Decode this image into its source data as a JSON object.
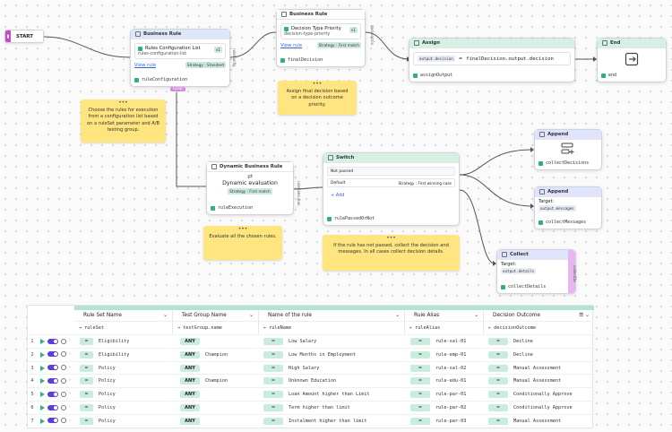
{
  "start": {
    "label": "START"
  },
  "business_rule_1": {
    "header": "Business Rule",
    "name": "Rules Configuration List",
    "version": "v1",
    "id": "rules-configuration-list",
    "view_link": "View rule",
    "strategy": "Strategy : Standard",
    "output": "ruleConfiguration",
    "loop_tag": "Loop",
    "side_label": "ruleConfig"
  },
  "business_rule_2": {
    "header": "Business Rule",
    "name": "Decision Type Priority",
    "version": "v1",
    "id": "decision-type-priority",
    "view_link": "View rule",
    "strategy": "Strategy : First match",
    "output": "finalDecision",
    "side_label": "decisionOu"
  },
  "assign": {
    "header": "Assign",
    "source": "output.decision",
    "op": "=",
    "target": "finalDecision.output.decision",
    "output": "assignOutput"
  },
  "end": {
    "header": "End",
    "output": "end"
  },
  "dynamic_rule": {
    "header": "Dynamic Business Rule",
    "name": "Dynamic evaluation",
    "strategy": "Strategy : First match",
    "output": "ruleExecution",
    "side_label": "ruleExecution"
  },
  "switch": {
    "header": "Switch",
    "case1": "Not passed",
    "case2": "Default",
    "strategy": "Strategy : First winning case",
    "add": "Add",
    "output": "rulePassedOrNot"
  },
  "append1": {
    "header": "Append",
    "output": "collectDecisions"
  },
  "append2": {
    "header": "Append",
    "target_label": "Target:",
    "target": "output.messages",
    "output": "collectMessages"
  },
  "collect": {
    "header": "Collect",
    "target_label": "Target:",
    "target": "output.details",
    "output": "collectDetails",
    "side_label": "collectDe"
  },
  "notes": {
    "n1": "Choose the rules for execution from a configuration list based on a ruleSet parameter and A/B testing group.",
    "n2": "Assign final decision based on a decision outcome priority.",
    "n3": "Evaluate all the chosen rules.",
    "n4": "If the rule has not passed, collect the decision and messages. In all cases collect decision details."
  },
  "table": {
    "columns": [
      {
        "header": "Rule Set Name",
        "param": "ruleSet"
      },
      {
        "header": "Test Group Name",
        "param": "testGroup.name"
      },
      {
        "header": "Name of the rule",
        "param": "ruleName"
      },
      {
        "header": "Rule Alias",
        "param": "ruleAlias"
      },
      {
        "header": "Decision Outcome",
        "param": "decisionOutcome"
      }
    ],
    "rows": [
      {
        "n": "1",
        "ruleSet": "Eligibility",
        "group": "ANY",
        "groupName": "",
        "ruleName": "Low Salary",
        "alias": "rule-sal-01",
        "outcome": "Decline"
      },
      {
        "n": "2",
        "ruleSet": "Eligibility",
        "group": "ANY",
        "groupName": "Champion",
        "ruleName": "Low Months in Employment",
        "alias": "rule-emp-01",
        "outcome": "Decline"
      },
      {
        "n": "3",
        "ruleSet": "Policy",
        "group": "ANY",
        "groupName": "",
        "ruleName": "High Salary",
        "alias": "rule-sal-02",
        "outcome": "Manual Assessment"
      },
      {
        "n": "4",
        "ruleSet": "Policy",
        "group": "ANY",
        "groupName": "Champion",
        "ruleName": "Unknown Education",
        "alias": "rule-edu-01",
        "outcome": "Manual Assessment"
      },
      {
        "n": "5",
        "ruleSet": "Policy",
        "group": "ANY",
        "groupName": "",
        "ruleName": "Loan Amount higher than Limit",
        "alias": "rule-par-01",
        "outcome": "Conditionally Approve"
      },
      {
        "n": "6",
        "ruleSet": "Policy",
        "group": "ANY",
        "groupName": "",
        "ruleName": "Term higher than limit",
        "alias": "rule-par-02",
        "outcome": "Conditionally Approve"
      },
      {
        "n": "7",
        "ruleSet": "Policy",
        "group": "ANY",
        "groupName": "",
        "ruleName": "Instalment higher than limit",
        "alias": "rule-par-03",
        "outcome": "Manual Assessment"
      }
    ],
    "op_symbol": "="
  }
}
